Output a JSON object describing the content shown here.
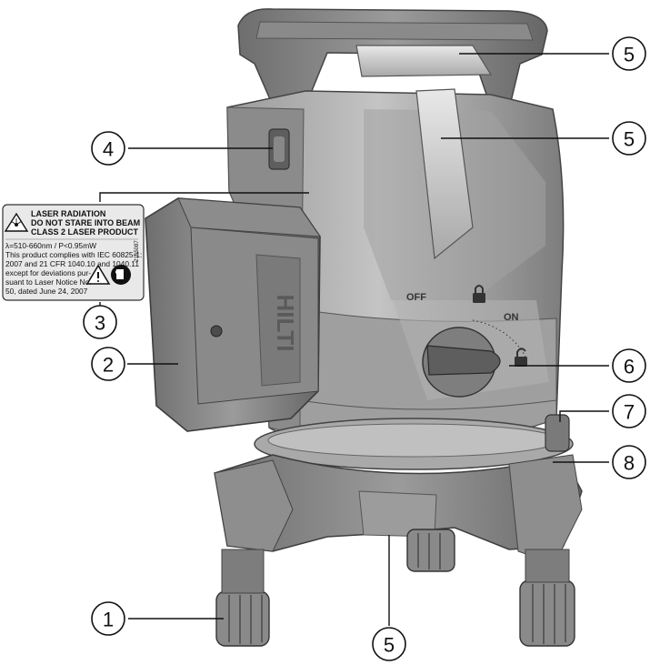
{
  "callouts": [
    {
      "number": "1"
    },
    {
      "number": "2"
    },
    {
      "number": "3"
    },
    {
      "number": "4"
    },
    {
      "number": "5"
    },
    {
      "number": "5"
    },
    {
      "number": "5"
    },
    {
      "number": "6"
    },
    {
      "number": "7"
    },
    {
      "number": "8"
    }
  ],
  "warning_label": {
    "heading": [
      "LASER RADIATION",
      "DO NOT STARE INTO BEAM",
      "CLASS 2 LASER PRODUCT"
    ],
    "body": [
      "λ=510-660nm / P<0.95mW",
      "This product complies with IEC 60825-1:",
      "2007 and 21 CFR 1040.10 and 1040.11",
      "except for deviations pur-",
      "suant to Laser Notice No.",
      "50, dated June 24, 2007"
    ],
    "code": "2165087"
  },
  "switch": {
    "off_label": "OFF",
    "on_label": "ON"
  },
  "brand_logo": "HILTI"
}
